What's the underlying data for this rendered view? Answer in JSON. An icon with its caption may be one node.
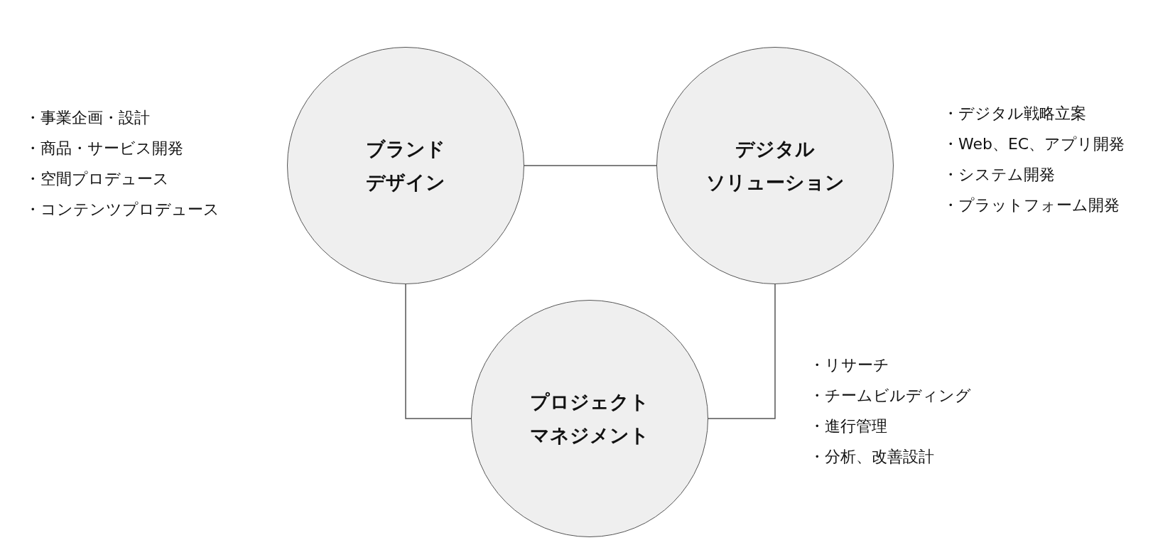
{
  "diagram": {
    "nodes": [
      {
        "text": [
          "ブランドデザイン"
        ],
        "beside": [
          "・事業企画・設計",
          "・商品・サービス開発",
          "・空間プロデュース",
          "・コンテンツプロデュース"
        ]
      },
      {
        "text": [
          "デジタルソリューション"
        ],
        "beside": [
          "・デジタル戦略立案",
          "・Web、EC、アプリ開発",
          "・システム開発",
          "・プラットフォーム開発"
        ]
      },
      {
        "text": [
          "プロジェクトマネジメント"
        ],
        "beside": [
          "・リサーチ",
          "・チームビルディング",
          "・進行管理",
          "・分析、改善設計"
        ]
      }
    ],
    "edges": [
      {
        "from": 0,
        "to": 1,
        "arrow": "none"
      },
      {
        "from": 0,
        "to": 2,
        "arrow": "none"
      },
      {
        "from": 1,
        "to": 2,
        "arrow": "none"
      }
    ]
  }
}
